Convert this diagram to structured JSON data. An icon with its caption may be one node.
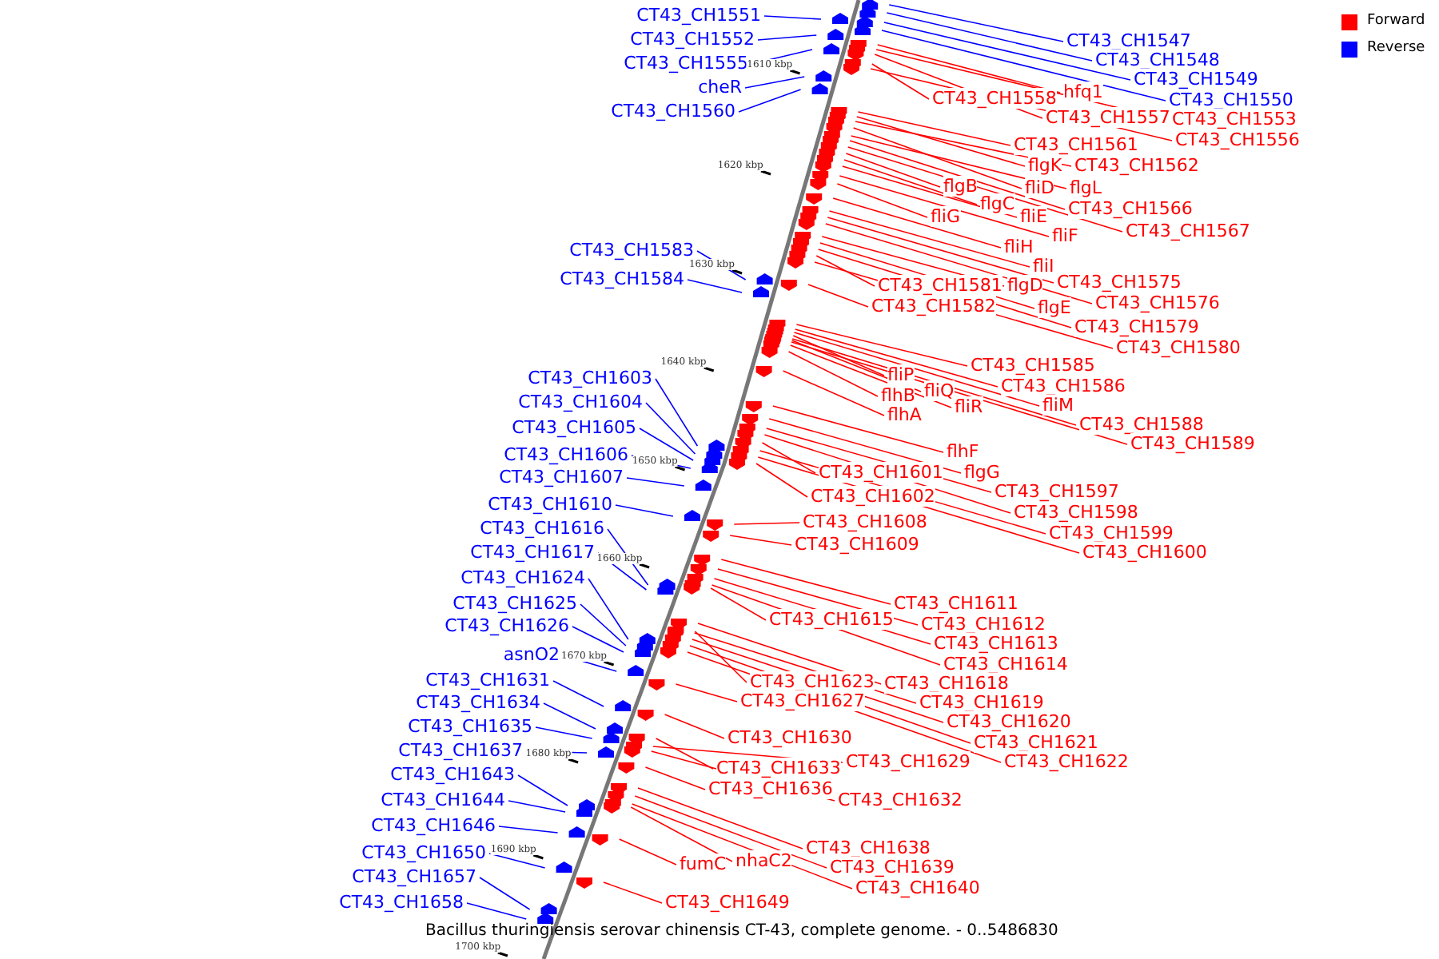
{
  "diagram": {
    "caption": "Bacillus thuringiensis serovar chinensis CT-43, complete genome. - 0..5486830",
    "nodes": [
      {
        "text": [
          "CT43_CH1551"
        ]
      },
      {
        "text": [
          "CT43_CH1552"
        ]
      },
      {
        "text": [
          "CT43_CH1555"
        ]
      },
      {
        "text": [
          "cheR"
        ]
      },
      {
        "text": [
          "CT43_CH1560"
        ]
      },
      {
        "text": [
          "CT43_CH1583"
        ]
      },
      {
        "text": [
          "CT43_CH1584"
        ]
      },
      {
        "text": [
          "CT43_CH1603"
        ]
      },
      {
        "text": [
          "CT43_CH1604"
        ]
      },
      {
        "text": [
          "CT43_CH1605"
        ]
      },
      {
        "text": [
          "CT43_CH1606"
        ]
      },
      {
        "text": [
          "CT43_CH1607"
        ]
      },
      {
        "text": [
          "CT43_CH1610"
        ]
      },
      {
        "text": [
          "CT43_CH1616"
        ]
      },
      {
        "text": [
          "CT43_CH1617"
        ]
      },
      {
        "text": [
          "CT43_CH1624"
        ]
      },
      {
        "text": [
          "CT43_CH1625"
        ]
      },
      {
        "text": [
          "CT43_CH1626"
        ]
      },
      {
        "text": [
          "asnO2"
        ]
      },
      {
        "text": [
          "CT43_CH1631"
        ]
      },
      {
        "text": [
          "CT43_CH1634"
        ]
      },
      {
        "text": [
          "CT43_CH1635"
        ]
      },
      {
        "text": [
          "CT43_CH1637"
        ]
      },
      {
        "text": [
          "CT43_CH1643"
        ]
      },
      {
        "text": [
          "CT43_CH1644"
        ]
      },
      {
        "text": [
          "CT43_CH1646"
        ]
      },
      {
        "text": [
          "CT43_CH1650"
        ]
      },
      {
        "text": [
          "CT43_CH1657"
        ]
      },
      {
        "text": [
          "CT43_CH1658"
        ]
      },
      {
        "text": [
          "CT43_CH1547"
        ]
      },
      {
        "text": [
          "CT43_CH1548"
        ]
      },
      {
        "text": [
          "CT43_CH1549"
        ]
      },
      {
        "text": [
          "CT43_CH1550"
        ]
      },
      {
        "text": [
          "hfq1"
        ]
      },
      {
        "text": [
          "CT43_CH1558"
        ]
      },
      {
        "text": [
          "CT43_CH1557"
        ]
      },
      {
        "text": [
          "CT43_CH1553"
        ]
      },
      {
        "text": [
          "CT43_CH1556"
        ]
      },
      {
        "text": [
          "CT43_CH1561"
        ]
      },
      {
        "text": [
          "flgK"
        ]
      },
      {
        "text": [
          "CT43_CH1562"
        ]
      },
      {
        "text": [
          "flgB"
        ]
      },
      {
        "text": [
          "fliD"
        ]
      },
      {
        "text": [
          "flgL"
        ]
      },
      {
        "text": [
          "flgC"
        ]
      },
      {
        "text": [
          "CT43_CH1566"
        ]
      },
      {
        "text": [
          "fliE"
        ]
      },
      {
        "text": [
          "fliG"
        ]
      },
      {
        "text": [
          "CT43_CH1567"
        ]
      },
      {
        "text": [
          "fliF"
        ]
      },
      {
        "text": [
          "fliH"
        ]
      },
      {
        "text": [
          "fliI"
        ]
      },
      {
        "text": [
          "CT43_CH1575"
        ]
      },
      {
        "text": [
          "CT43_CH1581"
        ]
      },
      {
        "text": [
          "flgD"
        ]
      },
      {
        "text": [
          "CT43_CH1576"
        ]
      },
      {
        "text": [
          "CT43_CH1582"
        ]
      },
      {
        "text": [
          "flgE"
        ]
      },
      {
        "text": [
          "CT43_CH1579"
        ]
      },
      {
        "text": [
          "CT43_CH1580"
        ]
      },
      {
        "text": [
          "CT43_CH1585"
        ]
      },
      {
        "text": [
          "fliP"
        ]
      },
      {
        "text": [
          "CT43_CH1586"
        ]
      },
      {
        "text": [
          "flhB"
        ]
      },
      {
        "text": [
          "fliQ"
        ]
      },
      {
        "text": [
          "fliM"
        ]
      },
      {
        "text": [
          "fliR"
        ]
      },
      {
        "text": [
          "flhA"
        ]
      },
      {
        "text": [
          "CT43_CH1588"
        ]
      },
      {
        "text": [
          "CT43_CH1589"
        ]
      },
      {
        "text": [
          "flhF"
        ]
      },
      {
        "text": [
          "flgG"
        ]
      },
      {
        "text": [
          "CT43_CH1601"
        ]
      },
      {
        "text": [
          "CT43_CH1597"
        ]
      },
      {
        "text": [
          "CT43_CH1602"
        ]
      },
      {
        "text": [
          "CT43_CH1598"
        ]
      },
      {
        "text": [
          "CT43_CH1608"
        ]
      },
      {
        "text": [
          "CT43_CH1599"
        ]
      },
      {
        "text": [
          "CT43_CH1609"
        ]
      },
      {
        "text": [
          "CT43_CH1600"
        ]
      },
      {
        "text": [
          "CT43_CH1611"
        ]
      },
      {
        "text": [
          "CT43_CH1615"
        ]
      },
      {
        "text": [
          "CT43_CH1612"
        ]
      },
      {
        "text": [
          "CT43_CH1613"
        ]
      },
      {
        "text": [
          "CT43_CH1614"
        ]
      },
      {
        "text": [
          "CT43_CH1623"
        ]
      },
      {
        "text": [
          "CT43_CH1618"
        ]
      },
      {
        "text": [
          "CT43_CH1627"
        ]
      },
      {
        "text": [
          "CT43_CH1619"
        ]
      },
      {
        "text": [
          "CT43_CH1620"
        ]
      },
      {
        "text": [
          "CT43_CH1630"
        ]
      },
      {
        "text": [
          "CT43_CH1621"
        ]
      },
      {
        "text": [
          "CT43_CH1622"
        ]
      },
      {
        "text": [
          "CT43_CH1629"
        ]
      },
      {
        "text": [
          "CT43_CH1633"
        ]
      },
      {
        "text": [
          "CT43_CH1636"
        ]
      },
      {
        "text": [
          "CT43_CH1632"
        ]
      },
      {
        "text": [
          "CT43_CH1638"
        ]
      },
      {
        "text": [
          "CT43_CH1639"
        ]
      },
      {
        "text": [
          "fumC"
        ]
      },
      {
        "text": [
          "nhaC2"
        ]
      },
      {
        "text": [
          "CT43_CH1640"
        ]
      },
      {
        "text": [
          "CT43_CH1649"
        ]
      }
    ],
    "edges": [
      {
        "from": 0,
        "to": null,
        "arrow": "none",
        "color": "#0000ff"
      },
      {
        "from": 1,
        "to": null,
        "arrow": "none",
        "color": "#0000ff"
      },
      {
        "from": 2,
        "to": null,
        "arrow": "none",
        "color": "#0000ff"
      },
      {
        "from": 3,
        "to": null,
        "arrow": "none",
        "color": "#0000ff"
      },
      {
        "from": 4,
        "to": null,
        "arrow": "none",
        "color": "#0000ff"
      },
      {
        "from": 5,
        "to": null,
        "arrow": "none",
        "color": "#0000ff"
      },
      {
        "from": 6,
        "to": null,
        "arrow": "none",
        "color": "#0000ff"
      },
      {
        "from": 7,
        "to": null,
        "arrow": "none",
        "color": "#0000ff"
      },
      {
        "from": 8,
        "to": null,
        "arrow": "none",
        "color": "#0000ff"
      },
      {
        "from": 9,
        "to": null,
        "arrow": "none",
        "color": "#0000ff"
      },
      {
        "from": 10,
        "to": null,
        "arrow": "none",
        "color": "#0000ff"
      },
      {
        "from": 11,
        "to": null,
        "arrow": "none",
        "color": "#0000ff"
      },
      {
        "from": 12,
        "to": null,
        "arrow": "none",
        "color": "#0000ff"
      },
      {
        "from": 13,
        "to": null,
        "arrow": "none",
        "color": "#0000ff"
      },
      {
        "from": 14,
        "to": null,
        "arrow": "none",
        "color": "#0000ff"
      },
      {
        "from": 15,
        "to": null,
        "arrow": "none",
        "color": "#0000ff"
      },
      {
        "from": 16,
        "to": null,
        "arrow": "none",
        "color": "#0000ff"
      },
      {
        "from": 17,
        "to": null,
        "arrow": "none",
        "color": "#0000ff"
      },
      {
        "from": 18,
        "to": null,
        "arrow": "none",
        "color": "#0000ff"
      },
      {
        "from": 19,
        "to": null,
        "arrow": "none",
        "color": "#0000ff"
      },
      {
        "from": 20,
        "to": null,
        "arrow": "none",
        "color": "#0000ff"
      },
      {
        "from": 21,
        "to": null,
        "arrow": "none",
        "color": "#0000ff"
      },
      {
        "from": 22,
        "to": null,
        "arrow": "none",
        "color": "#0000ff"
      },
      {
        "from": 23,
        "to": null,
        "arrow": "none",
        "color": "#0000ff"
      },
      {
        "from": 24,
        "to": null,
        "arrow": "none",
        "color": "#0000ff"
      },
      {
        "from": 25,
        "to": null,
        "arrow": "none",
        "color": "#0000ff"
      },
      {
        "from": 26,
        "to": null,
        "arrow": "none",
        "color": "#0000ff"
      },
      {
        "from": 27,
        "to": null,
        "arrow": "none",
        "color": "#0000ff"
      },
      {
        "from": 28,
        "to": null,
        "arrow": "none",
        "color": "#0000ff"
      },
      {
        "from": 29,
        "to": null,
        "arrow": "none",
        "color": "#0000ff"
      },
      {
        "from": 30,
        "to": null,
        "arrow": "none",
        "color": "#0000ff"
      },
      {
        "from": 31,
        "to": null,
        "arrow": "none",
        "color": "#0000ff"
      },
      {
        "from": 32,
        "to": null,
        "arrow": "none",
        "color": "#0000ff"
      },
      {
        "from": 33,
        "to": null,
        "arrow": "none"
      },
      {
        "from": 34,
        "to": null,
        "arrow": "none"
      },
      {
        "from": 35,
        "to": null,
        "arrow": "none"
      },
      {
        "from": 36,
        "to": null,
        "arrow": "none"
      },
      {
        "from": 37,
        "to": null,
        "arrow": "none"
      },
      {
        "from": 38,
        "to": null,
        "arrow": "none"
      },
      {
        "from": 39,
        "to": null,
        "arrow": "none"
      },
      {
        "from": 40,
        "to": null,
        "arrow": "none"
      },
      {
        "from": 41,
        "to": null,
        "arrow": "none"
      },
      {
        "from": 42,
        "to": null,
        "arrow": "none"
      },
      {
        "from": 43,
        "to": null,
        "arrow": "none"
      },
      {
        "from": 44,
        "to": null,
        "arrow": "none"
      },
      {
        "from": 45,
        "to": null,
        "arrow": "none"
      },
      {
        "from": 46,
        "to": null,
        "arrow": "none"
      },
      {
        "from": 47,
        "to": null,
        "arrow": "none"
      },
      {
        "from": 48,
        "to": null,
        "arrow": "none"
      },
      {
        "from": 49,
        "to": null,
        "arrow": "none"
      },
      {
        "from": 50,
        "to": null,
        "arrow": "none"
      },
      {
        "from": 51,
        "to": null,
        "arrow": "none"
      },
      {
        "from": 52,
        "to": null,
        "arrow": "none"
      },
      {
        "from": 53,
        "to": null,
        "arrow": "none"
      },
      {
        "from": 54,
        "to": null,
        "arrow": "none"
      },
      {
        "from": 55,
        "to": null,
        "arrow": "none"
      },
      {
        "from": 56,
        "to": null,
        "arrow": "none"
      },
      {
        "from": 57,
        "to": null,
        "arrow": "none"
      },
      {
        "from": 58,
        "to": null,
        "arrow": "none"
      },
      {
        "from": 59,
        "to": null,
        "arrow": "none"
      },
      {
        "from": 60,
        "to": null,
        "arrow": "none"
      },
      {
        "from": 61,
        "to": null,
        "arrow": "none"
      },
      {
        "from": 62,
        "to": null,
        "arrow": "none"
      },
      {
        "from": 63,
        "to": null,
        "arrow": "none"
      },
      {
        "from": 64,
        "to": null,
        "arrow": "none"
      },
      {
        "from": 65,
        "to": null,
        "arrow": "none"
      },
      {
        "from": 66,
        "to": null,
        "arrow": "none"
      },
      {
        "from": 67,
        "to": null,
        "arrow": "none"
      },
      {
        "from": 68,
        "to": null,
        "arrow": "none"
      },
      {
        "from": 69,
        "to": null,
        "arrow": "none"
      },
      {
        "from": 70,
        "to": null,
        "arrow": "none"
      },
      {
        "from": 71,
        "to": null,
        "arrow": "none"
      },
      {
        "from": 72,
        "to": null,
        "arrow": "none"
      },
      {
        "from": 73,
        "to": null,
        "arrow": "none"
      },
      {
        "from": 74,
        "to": null,
        "arrow": "none"
      },
      {
        "from": 75,
        "to": null,
        "arrow": "none"
      },
      {
        "from": 76,
        "to": null,
        "arrow": "none"
      },
      {
        "from": 77,
        "to": null,
        "arrow": "none"
      },
      {
        "from": 78,
        "to": null,
        "arrow": "none"
      },
      {
        "from": 79,
        "to": null,
        "arrow": "none"
      },
      {
        "from": 80,
        "to": null,
        "arrow": "none"
      },
      {
        "from": 81,
        "to": null,
        "arrow": "none"
      },
      {
        "from": 82,
        "to": null,
        "arrow": "none"
      },
      {
        "from": 83,
        "to": null,
        "arrow": "none"
      },
      {
        "from": 84,
        "to": null,
        "arrow": "none"
      },
      {
        "from": 85,
        "to": null,
        "arrow": "none"
      },
      {
        "from": 86,
        "to": null,
        "arrow": "none"
      },
      {
        "from": 87,
        "to": null,
        "arrow": "none"
      },
      {
        "from": 88,
        "to": null,
        "arrow": "none"
      },
      {
        "from": 89,
        "to": null,
        "arrow": "none"
      },
      {
        "from": 90,
        "to": null,
        "arrow": "none"
      },
      {
        "from": 91,
        "to": null,
        "arrow": "none"
      },
      {
        "from": 92,
        "to": null,
        "arrow": "none"
      },
      {
        "from": 93,
        "to": null,
        "arrow": "none"
      },
      {
        "from": 94,
        "to": null,
        "arrow": "none"
      },
      {
        "from": 95,
        "to": null,
        "arrow": "none"
      },
      {
        "from": 96,
        "to": null,
        "arrow": "none"
      },
      {
        "from": 97,
        "to": null,
        "arrow": "none"
      },
      {
        "from": 98,
        "to": null,
        "arrow": "none"
      },
      {
        "from": 99,
        "to": null,
        "arrow": "none"
      },
      {
        "from": 100,
        "to": null,
        "arrow": "none"
      },
      {
        "from": 101,
        "to": null,
        "arrow": "none"
      },
      {
        "from": 102,
        "to": null,
        "arrow": "none"
      }
    ],
    "labels": [
      "1610 kbp",
      "1620 kbp",
      "1630 kbp",
      "1640 kbp",
      "1650 kbp",
      "1660 kbp",
      "1670 kbp",
      "1680 kbp",
      "1690 kbp",
      "1700 kbp"
    ],
    "legend": [
      {
        "text": "Forward",
        "color": "#ff0000"
      },
      {
        "text": "Reverse",
        "color": "#0000ff"
      }
    ]
  }
}
